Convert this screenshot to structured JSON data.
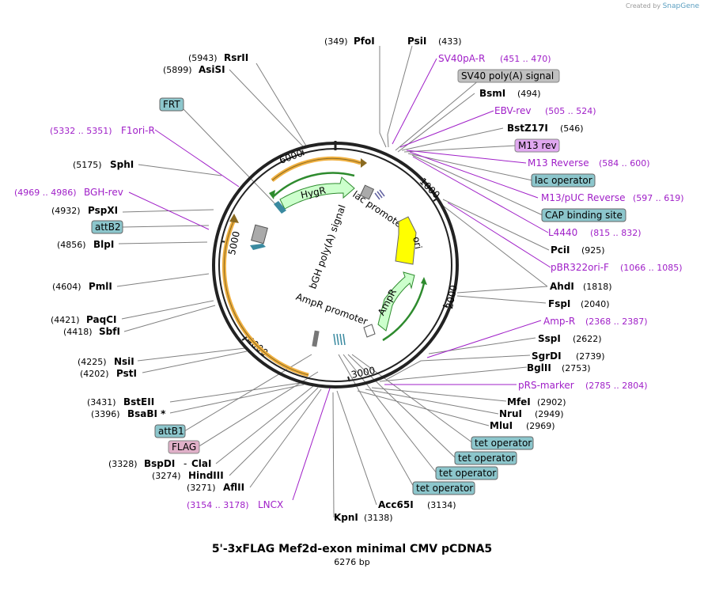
{
  "credit": {
    "prefix": "Created by",
    "brand": "SnapGene"
  },
  "plasmid": {
    "name": "5'-3xFLAG Mef2d-exon minimal CMV pCDNA5",
    "length": "6276 bp"
  },
  "ring_ticks": [
    "1000",
    "2000",
    "3000",
    "4000",
    "5000",
    "6000"
  ],
  "inner_labels": {
    "hygr": "HygR",
    "lac_promoter": "lac promoter",
    "ori": "ori",
    "ampr": "AmpR",
    "ampr_promoter": "AmpR promoter",
    "bgh": "bGH poly(A) signal"
  },
  "labels": {
    "pfoi": {
      "num": "(349)",
      "name": "PfoI"
    },
    "psii": {
      "name": "PsiI",
      "num": "(433)"
    },
    "sv40pa_r": {
      "name": "SV40pA-R",
      "num": "(451 .. 470)"
    },
    "sv40_polya": {
      "name": "SV40 poly(A) signal"
    },
    "bsmi": {
      "name": "BsmI",
      "num": "(494)"
    },
    "ebv_rev": {
      "name": "EBV-rev",
      "num": "(505 .. 524)"
    },
    "bstz17i": {
      "name": "BstZ17I",
      "num": "(546)"
    },
    "m13rev_box": {
      "name": "M13 rev"
    },
    "m13_reverse": {
      "name": "M13 Reverse",
      "num": "(584 .. 600)"
    },
    "lac_operator": {
      "name": "lac operator"
    },
    "m13puc_reverse": {
      "name": "M13/pUC Reverse",
      "num": "(597 .. 619)"
    },
    "cap_site": {
      "name": "CAP binding site"
    },
    "l4440": {
      "name": "L4440",
      "num": "(815 .. 832)"
    },
    "pcii": {
      "name": "PciI",
      "num": "(925)"
    },
    "pbr322ori_f": {
      "name": "pBR322ori-F",
      "num": "(1066 .. 1085)"
    },
    "ahdi": {
      "name": "AhdI",
      "num": "(1818)"
    },
    "fspi": {
      "name": "FspI",
      "num": "(2040)"
    },
    "amp_r": {
      "name": "Amp-R",
      "num": "(2368 .. 2387)"
    },
    "sspi": {
      "name": "SspI",
      "num": "(2622)"
    },
    "sgrdi": {
      "name": "SgrDI",
      "num": "(2739)"
    },
    "bglii": {
      "name": "BglII",
      "num": "(2753)"
    },
    "prs_marker": {
      "name": "pRS-marker",
      "num": "(2785 .. 2804)"
    },
    "mfei": {
      "name": "MfeI",
      "num": "(2902)"
    },
    "nrui": {
      "name": "NruI",
      "num": "(2949)"
    },
    "mlui": {
      "name": "MluI",
      "num": "(2969)"
    },
    "tet_operator": "tet operator",
    "acc65i": {
      "name": "Acc65I",
      "num": "(3134)"
    },
    "kpni": {
      "name": "KpnI",
      "num": "(3138)"
    },
    "rsrii": {
      "num": "(5943)",
      "name": "RsrII"
    },
    "asisi": {
      "num": "(5899)",
      "name": "AsiSI"
    },
    "frt": {
      "name": "FRT"
    },
    "f1ori_r": {
      "num": "(5332 .. 5351)",
      "name": "F1ori-R"
    },
    "sphi": {
      "num": "(5175)",
      "name": "SphI"
    },
    "bgh_rev": {
      "num": "(4969 .. 4986)",
      "name": "BGH-rev"
    },
    "pspxi": {
      "num": "(4932)",
      "name": "PspXI"
    },
    "attb2": {
      "name": "attB2"
    },
    "blpi": {
      "num": "(4856)",
      "name": "BlpI"
    },
    "pmli": {
      "num": "(4604)",
      "name": "PmlI"
    },
    "paqci": {
      "num": "(4421)",
      "name": "PaqCI"
    },
    "sbfi": {
      "num": "(4418)",
      "name": "SbfI"
    },
    "nsii": {
      "num": "(4225)",
      "name": "NsiI"
    },
    "psti": {
      "num": "(4202)",
      "name": "PstI"
    },
    "bsteii": {
      "num": "(3431)",
      "name": "BstEII"
    },
    "bsabi": {
      "num": "(3396)",
      "name": "BsaBI *"
    },
    "attb1": {
      "name": "attB1"
    },
    "flag": {
      "name": "FLAG"
    },
    "bspdi": {
      "num": "(3328)",
      "name": "BspDI",
      "sep": "-",
      "alt": "ClaI"
    },
    "hindiii": {
      "num": "(3274)",
      "name": "HindIII"
    },
    "aflii": {
      "num": "(3271)",
      "name": "AflII"
    },
    "lncx": {
      "num": "(3154 .. 3178)",
      "name": "LNCX"
    }
  },
  "colors": {
    "backbone": "#222222",
    "primer": "#a020c8",
    "gene_fill": "#ccffcc",
    "gene_stroke": "#2e8b2e",
    "ori_fill": "#ffff00",
    "orange_arc": "#f0b040",
    "box_teal": "#8cc6cc",
    "box_grey": "#c0c0c0",
    "box_pink": "#e0b0c8",
    "box_violet": "#e0a8f0"
  }
}
